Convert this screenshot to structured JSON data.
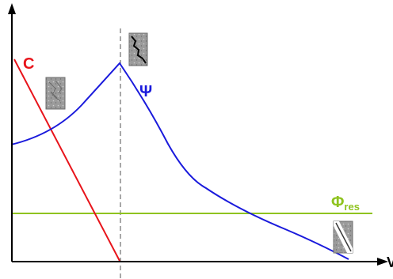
{
  "labels": {
    "c": "C",
    "psi": "Ψ",
    "phi_main": "Φ",
    "phi_sub": "res",
    "x_axis": "V"
  },
  "colors": {
    "axis": "#000000",
    "c_line": "#e8141b",
    "psi_curve": "#1a1adc",
    "phi_line": "#8fc31f",
    "dashed": "#8c8c8c",
    "specimen_fill": "#9a9a9a",
    "specimen_border": "#6e6e6e"
  },
  "icons": {
    "specimen_1": "crushed-specimen-icon",
    "specimen_2": "single-crack-specimen-icon",
    "specimen_3": "shear-plane-specimen-icon"
  }
}
